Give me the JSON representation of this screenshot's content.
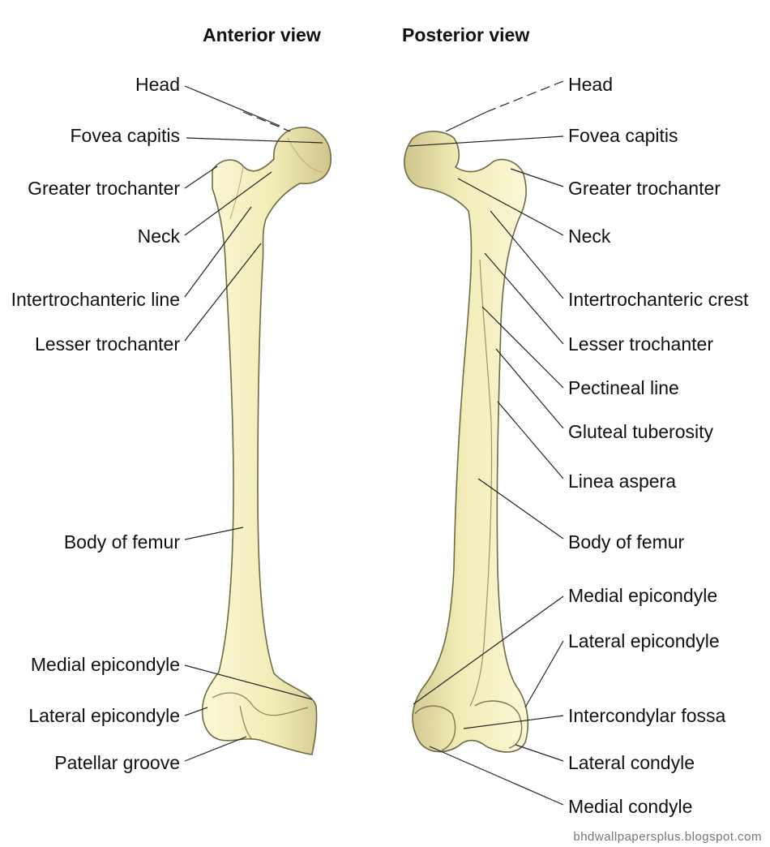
{
  "titles": {
    "anterior": "Anterior view",
    "posterior": "Posterior view"
  },
  "anterior_labels": [
    "Head",
    "Fovea capitis",
    "Greater trochanter",
    "Neck",
    "Intertrochanteric line",
    "Lesser trochanter",
    "Body of femur",
    "Medial epicondyle",
    "Lateral epicondyle",
    "Patellar groove"
  ],
  "posterior_labels": [
    "Head",
    "Fovea capitis",
    "Greater trochanter",
    "Neck",
    "Intertrochanteric crest",
    "Lesser trochanter",
    "Pectineal line",
    "Gluteal tuberosity",
    "Linea aspera",
    "Body of femur",
    "Medial epicondyle",
    "Lateral epicondyle",
    "Intercondylar fossa",
    "Lateral condyle",
    "Medial condyle"
  ],
  "watermark": "bhdwallpapersplus.blogspot.com",
  "colors": {
    "bone_fill": "#f3efbd",
    "bone_shade": "#cfc58c",
    "bone_outline": "#6f6a44",
    "leader_line": "#222222"
  }
}
